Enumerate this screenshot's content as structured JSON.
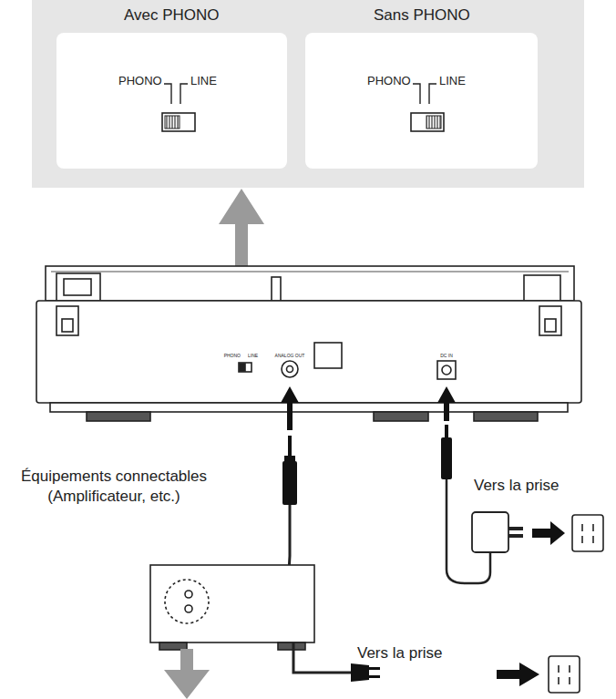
{
  "diagram": {
    "nodes": [
      {
        "text": [
          "Avec PHONO",
          "PHONO",
          "LINE"
        ]
      },
      {
        "text": [
          "Sans PHONO",
          "PHONO",
          "LINE"
        ]
      }
    ],
    "labels": [
      "Équipements connectables (Amplificateur, etc.)",
      "Vers la prise",
      "Vers la prise",
      "PHONO",
      "LINE",
      "ANALOG OUT",
      "DC IN"
    ]
  }
}
